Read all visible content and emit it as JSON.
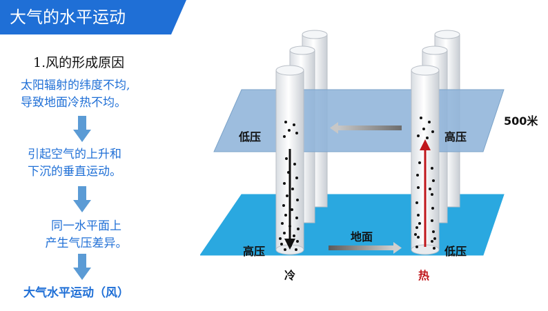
{
  "header": {
    "title": "大气的水平运动",
    "color": "#1f6fd6"
  },
  "steps": {
    "heading": "1.风的形成原因",
    "s1_line1": "太阳辐射的纬度不均,",
    "s1_line2": "导致地面冷热不均。",
    "s2_line1": "引起空气的上升和",
    "s2_line2": "下沉的垂直运动。",
    "s3_line1": "同一水平面上",
    "s3_line2": "产生气压差异。",
    "s4": "大气水平运动（风）"
  },
  "diagram": {
    "upper_left_label": "低压",
    "upper_right_label": "高压",
    "altitude_label": "500米",
    "lower_left_label": "高压",
    "lower_right_label": "低压",
    "ground_label": "地面",
    "cold_label": "冷",
    "hot_label": "热",
    "colors": {
      "upper_plane": "#8fb4d9",
      "lower_plane": "#2aa8e0",
      "hot": "#c0161b",
      "cold": "#111111"
    }
  }
}
